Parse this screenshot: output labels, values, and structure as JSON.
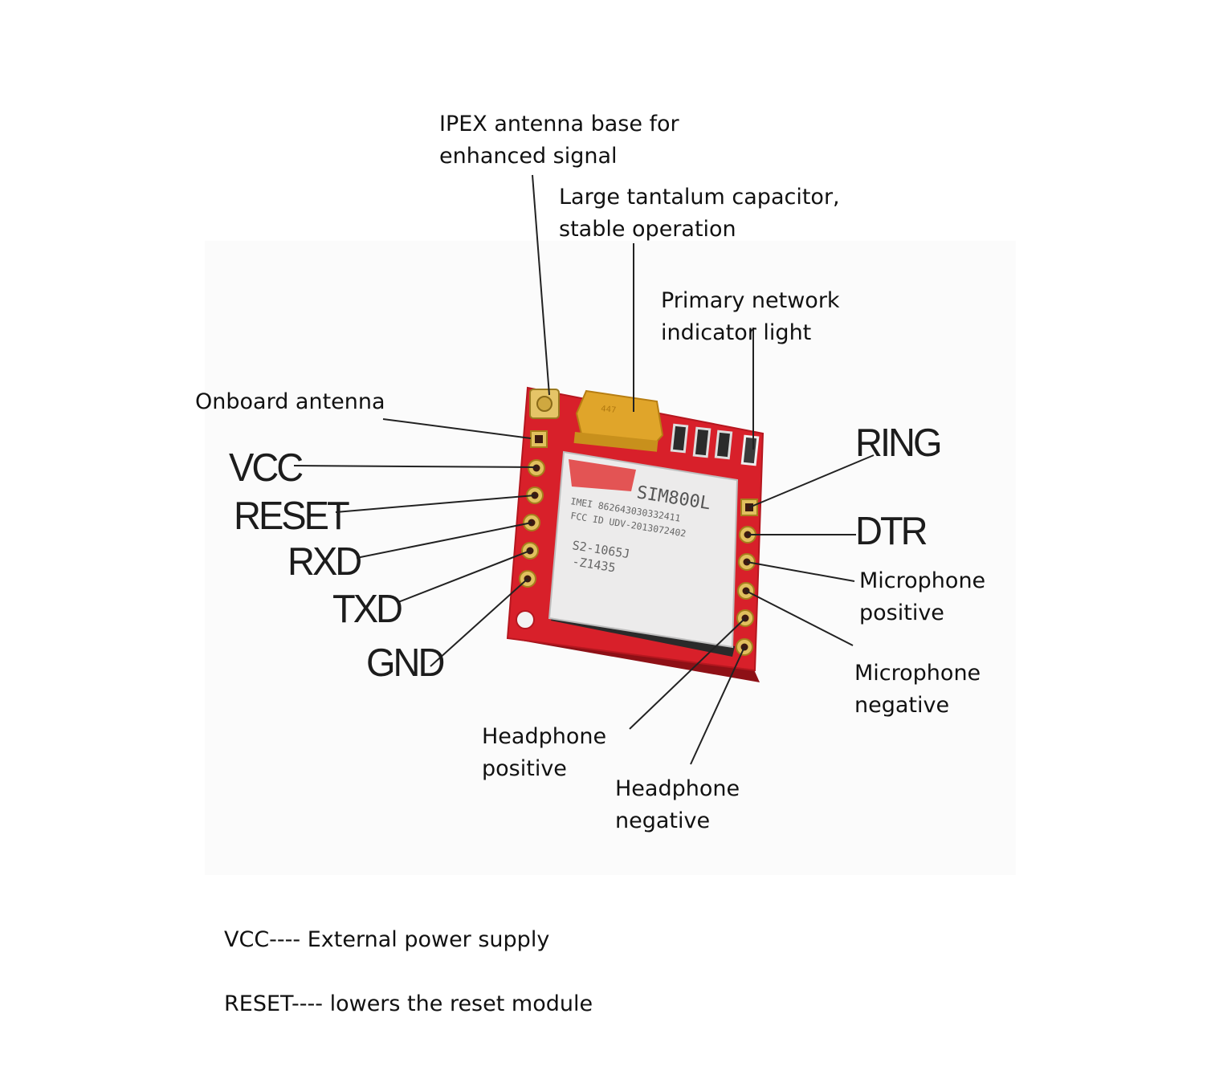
{
  "callouts": {
    "ipex_line1": "IPEX antenna base for",
    "ipex_line2": "enhanced signal",
    "tantalum_line1": "Large tantalum capacitor,",
    "tantalum_line2": "stable operation",
    "indicator_line1": "Primary network",
    "indicator_line2": "indicator light",
    "onboard_antenna": "Onboard antenna",
    "mic_pos_line1": "Microphone",
    "mic_pos_line2": "positive",
    "mic_neg_line1": "Microphone",
    "mic_neg_line2": "negative",
    "hp_pos_line1": "Headphone",
    "hp_pos_line2": "positive",
    "hp_neg_line1": "Headphone",
    "hp_neg_line2": "negative"
  },
  "pins": {
    "vcc": "VCC",
    "reset": "RESET",
    "rxd": "RXD",
    "txd": "TXD",
    "gnd": "GND",
    "ring": "RING",
    "dtr": "DTR"
  },
  "module": {
    "model": "SIM800L",
    "imei": "IMEI 862643030332411",
    "fccid": "FCC ID UDV-2013072402",
    "code1": "S2-1065J",
    "code2": "-Z1435",
    "cap_mark": "447"
  },
  "notes": {
    "vcc": "VCC---- External power supply",
    "reset": "RESET---- lowers the reset module"
  },
  "colors": {
    "pcb": "#d8202a",
    "pcb_dark": "#a8141c",
    "shield": "#eceaea",
    "capacitor": "#e0a52a",
    "gold": "#d9b04a"
  }
}
